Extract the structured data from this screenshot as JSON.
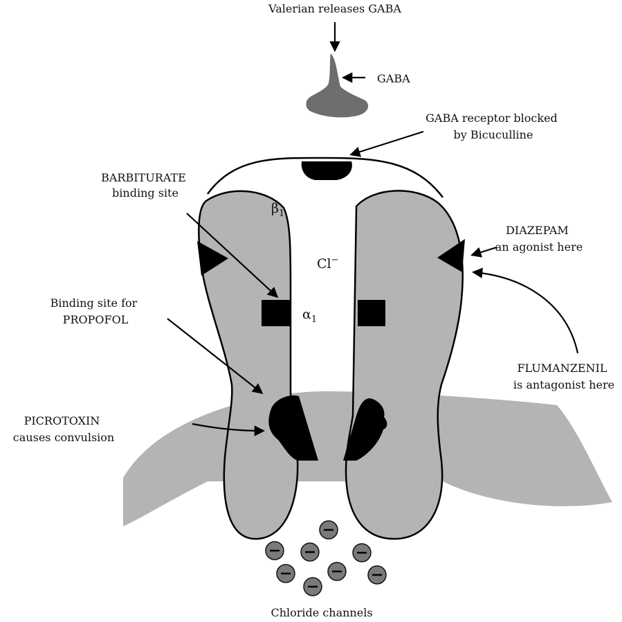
{
  "labels": {
    "valerian": "Valerian releases GABA",
    "gaba": "GABA",
    "gaba_receptor_line1": "GABA receptor blocked",
    "gaba_receptor_line2": "by Bicuculline",
    "barbiturate_line1": "BARBITURATE",
    "barbiturate_line2": "binding site",
    "beta": "β",
    "beta_sub": "1",
    "alpha": "α",
    "alpha_sub": "1",
    "chloride_ion": "Cl",
    "chloride_charge": "−",
    "diazepam_line1": "DIAZEPAM",
    "diazepam_line2": "an agonist here",
    "propofol_line1": "Binding site for",
    "propofol_line2": "PROPOFOL",
    "flumazenil_line1": "FLUMANZENIL",
    "flumazenil_line2": "is antagonist here",
    "picrotoxin_line1": "PICROTOXIN",
    "picrotoxin_line2": "causes convulsion",
    "chloride_channels": "Chloride channels",
    "ion_symbol": "−"
  },
  "colors": {
    "protein_gray": "#b4b4b4",
    "site_black": "#000000",
    "gaba_gray": "#6e6e6e",
    "ion_gray": "#7a7a7a"
  }
}
